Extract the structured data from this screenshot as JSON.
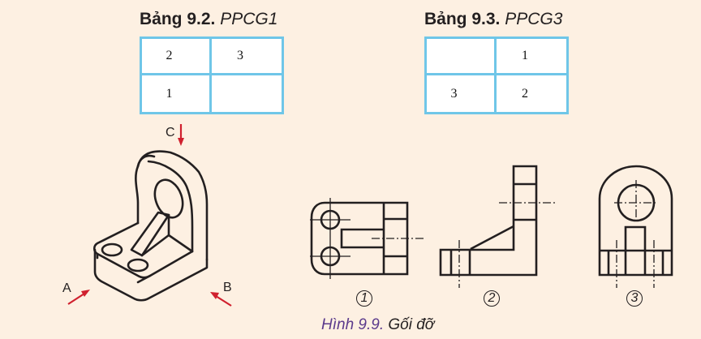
{
  "tables": [
    {
      "number": "Bảng 9.2.",
      "name": "PPCG1",
      "cells": [
        [
          "2",
          "3"
        ],
        [
          "1",
          ""
        ]
      ]
    },
    {
      "number": "Bảng 9.3.",
      "name": "PPCG3",
      "cells": [
        [
          "",
          "1"
        ],
        [
          "3",
          "2"
        ]
      ]
    }
  ],
  "isometric": {
    "directions": {
      "a": "A",
      "b": "B",
      "c": "C"
    },
    "arrow_color": "#D0202E"
  },
  "views": [
    {
      "label": "1"
    },
    {
      "label": "2"
    },
    {
      "label": "3"
    }
  ],
  "caption": {
    "figure": "Hình 9.9.",
    "text": "Gối đỡ"
  },
  "colors": {
    "background": "#FDF0E2",
    "table_border": "#6FC6E8",
    "line": "#231F20",
    "caption_accent": "#5B3A8C"
  }
}
